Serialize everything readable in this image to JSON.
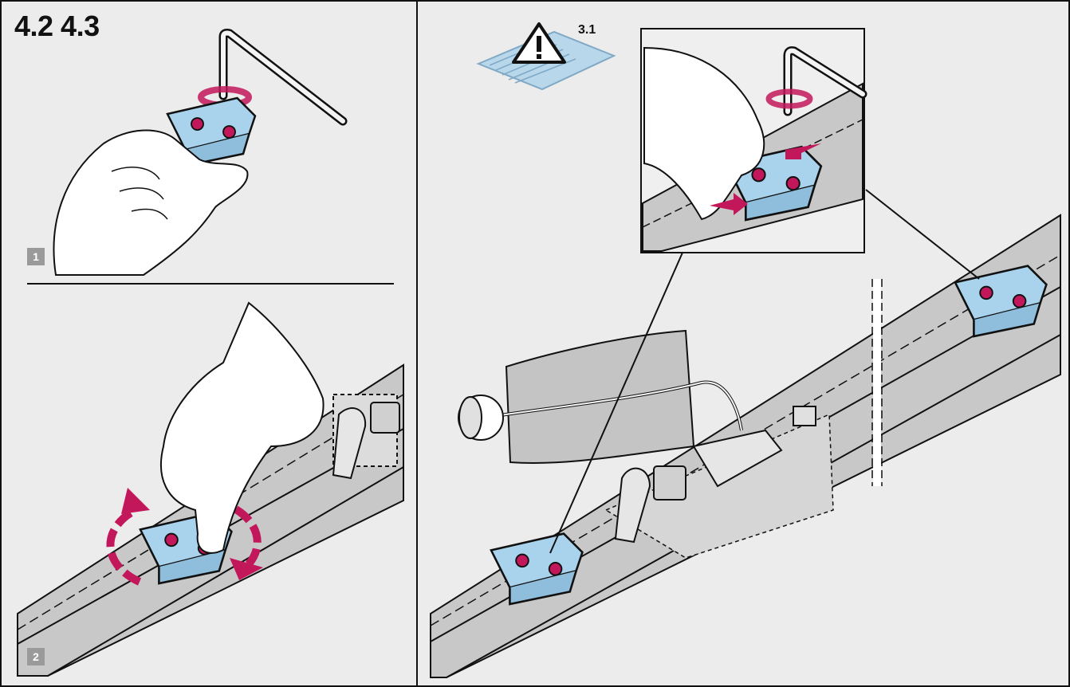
{
  "header": {
    "title": "4.2 4.3"
  },
  "reference": {
    "label": "3.1",
    "icon": "warning-manual-icon"
  },
  "steps": [
    {
      "number": "1"
    },
    {
      "number": "2"
    }
  ],
  "colors": {
    "background": "#ececec",
    "rail": "#c8c8c8",
    "bracket": "#a9d2ec",
    "arrow": "#c2185b",
    "badge": "#9a9a9a",
    "line": "#111111"
  }
}
